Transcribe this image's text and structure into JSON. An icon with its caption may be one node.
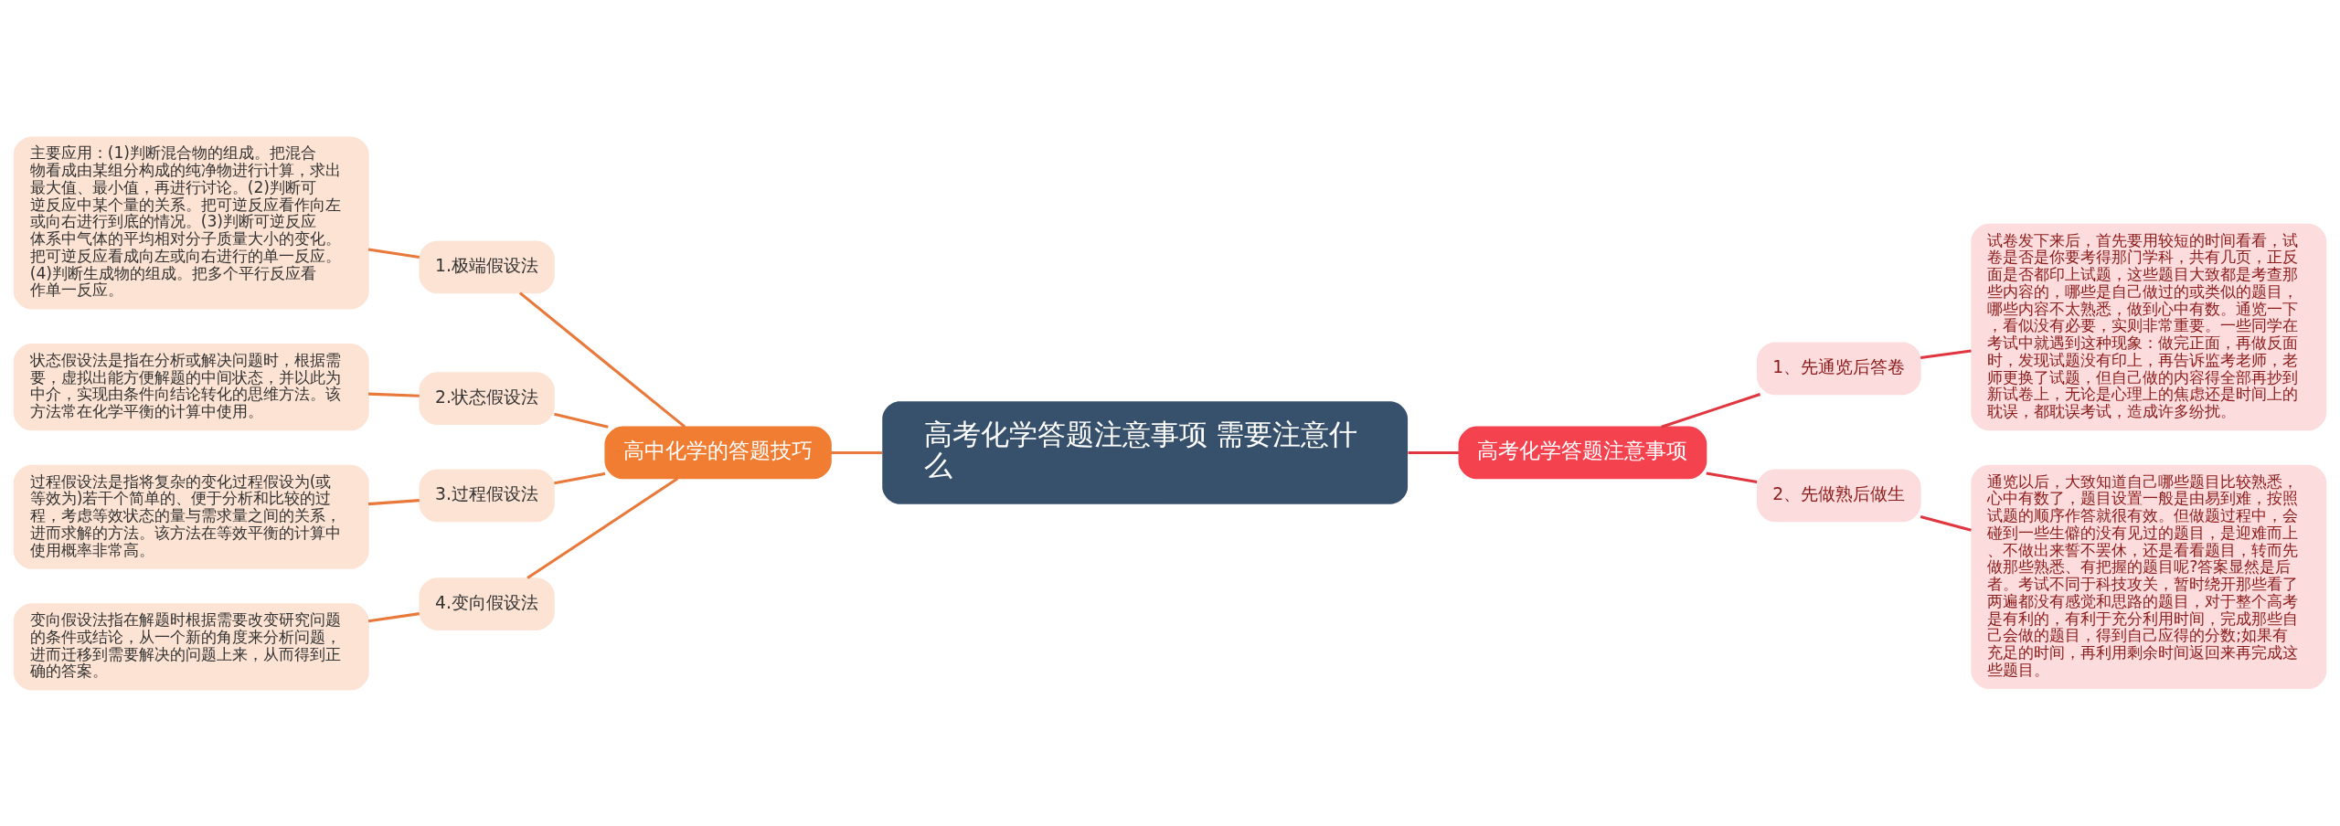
{
  "diagram": {
    "nodes": [
      {
        "text": [
          "高考化学答题注意事项 需要注意什么"
        ]
      },
      {
        "text": [
          "高中化学的答题技巧"
        ]
      },
      {
        "text": [
          "1.极端假设法"
        ]
      },
      {
        "text": [
          "主要应用：(1)判断混合物的组成。把混合物看成由某组分构成的纯净物进行计算，求出最大值、最小值，再进行讨论。(2)判断可逆反应中某个量的关系。把可逆反应看作向左或向右进行到底的情况。(3)判断可逆反应体系中气体的平均相对分子质量大小的变化。把可逆反应看成向左或向右进行的单一反应。(4)判断生成物的组成。把多个平行反应看作单一反应。"
        ]
      },
      {
        "text": [
          "2.状态假设法"
        ]
      },
      {
        "text": [
          "状态假设法是指在分析或解决问题时，根据需要，虚拟出能方便解题的中间状态，并以此为中介，实现由条件向结论转化的思维方法。该方法常在化学平衡的计算中使用。"
        ]
      },
      {
        "text": [
          "3.过程假设法"
        ]
      },
      {
        "text": [
          "过程假设法是指将复杂的变化过程假设为(或等效为)若干个简单的、便于分析和比较的过程，考虑等效状态的量与需求量之间的关系，进而求解的方法。该方法在等效平衡的计算中使用概率非常高。"
        ]
      },
      {
        "text": [
          "4.变向假设法"
        ]
      },
      {
        "text": [
          "变向假设法指在解题时根据需要改变研究问题的条件或结论，从一个新的角度来分析问题，进而迁移到需要解决的问题上来，从而得到正确的答案。"
        ]
      },
      {
        "text": [
          "高考化学答题注意事项"
        ]
      },
      {
        "text": [
          "1、先通览后答卷"
        ]
      },
      {
        "text": [
          "试卷发下来后，首先要用较短的时间看看，试卷是否是你要考得那门学科，共有几页，正反面是否都印上试题，这些题目大致都是考查那些内容的，哪些是自己做过的或类似的题目，哪些内容不太熟悉，做到心中有数。通览一下，看似没有必要，实则非常重要。一些同学在考试中就遇到这种现象：做完正面，再做反面时，发现试题没有印上，再告诉监考老师，老师更换了试题，但自己做的内容得全部再抄到新试卷上，无论是心理上的焦虑还是时间上的耽误，都耽误考试，造成许多纷扰。"
        ]
      },
      {
        "text": [
          "2、先做熟后做生"
        ]
      },
      {
        "text": [
          "通览以后，大致知道自己哪些题目比较熟悉，心中有数了，题目设置一般是由易到难，按照试题的顺序作答就很有效。但做题过程中，会碰到一些生僻的没有见过的题目，是迎难而上、不做出来誓不罢休，还是看看题目，转而先做那些熟悉、有把握的题目呢?答案显然是后者。考试不同于科技攻关，暂时绕开那些看了两遍都没有感觉和思路的题目，对于整个高考是有利的，有利于充分利用时间，完成那些自己会做的题目，得到自己应得的分数;如果有充足的时间，再利用剩余时间返回来再完成这些题目。"
        ]
      }
    ],
    "edges": [
      {
        "from": 0,
        "to": 1,
        "arrow": "none"
      },
      {
        "from": 1,
        "to": 2,
        "arrow": "none"
      },
      {
        "from": 2,
        "to": 3,
        "arrow": "none"
      },
      {
        "from": 1,
        "to": 4,
        "arrow": "none"
      },
      {
        "from": 4,
        "to": 5,
        "arrow": "none"
      },
      {
        "from": 1,
        "to": 6,
        "arrow": "none"
      },
      {
        "from": 6,
        "to": 7,
        "arrow": "none"
      },
      {
        "from": 1,
        "to": 8,
        "arrow": "none"
      },
      {
        "from": 8,
        "to": 9,
        "arrow": "none"
      },
      {
        "from": 0,
        "to": 10,
        "arrow": "none",
        "color": "#e0363f"
      },
      {
        "from": 10,
        "to": 11,
        "arrow": "none",
        "color": "#e0363f"
      },
      {
        "from": 11,
        "to": 12,
        "arrow": "none",
        "color": "#e0363f"
      },
      {
        "from": 10,
        "to": 13,
        "arrow": "none",
        "color": "#e0363f"
      },
      {
        "from": 13,
        "to": 14,
        "arrow": "none",
        "color": "#e0363f"
      }
    ]
  }
}
